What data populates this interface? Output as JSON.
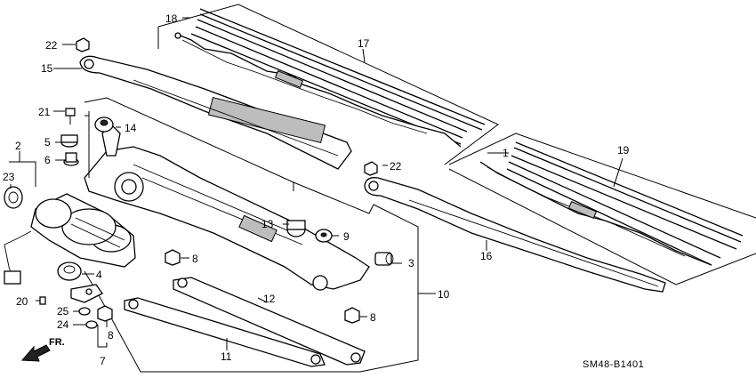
{
  "diagram_code": "SM48-B1401",
  "front_label": "FR.",
  "callouts": {
    "c1": "1",
    "c2": "2",
    "c3": "3",
    "c4": "4",
    "c5": "5",
    "c6": "6",
    "c7": "7",
    "c8a": "8",
    "c8b": "8",
    "c8c": "8",
    "c9": "9",
    "c10": "10",
    "c11": "11",
    "c12": "12",
    "c13": "13",
    "c14": "14",
    "c15": "15",
    "c16": "16",
    "c17": "17",
    "c18": "18",
    "c19": "19",
    "c20": "20",
    "c21": "21",
    "c22a": "22",
    "c22b": "22",
    "c23": "23",
    "c24": "24",
    "c25": "25"
  }
}
